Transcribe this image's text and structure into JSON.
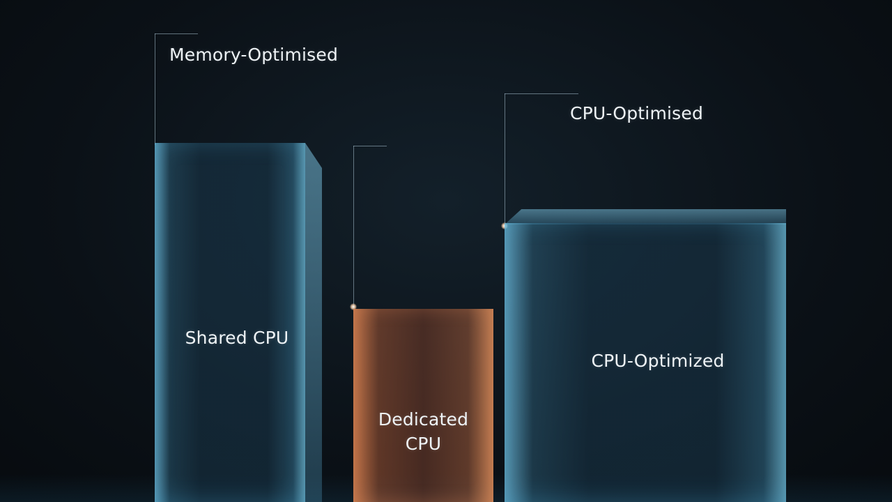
{
  "diagram": {
    "top_labels": {
      "memory_optimised": "Memory-Optimised",
      "cpu_optimised": "CPU-Optimised"
    },
    "blocks": {
      "shared_cpu": "Shared CPU",
      "dedicated_cpu_line1": "Dedicated",
      "dedicated_cpu_line2": "CPU",
      "cpu_optimized": "CPU-Optimized"
    },
    "colors": {
      "blue_block": "#3a8fb8",
      "orange_block": "#c9774a",
      "background": "#0b1117"
    }
  }
}
